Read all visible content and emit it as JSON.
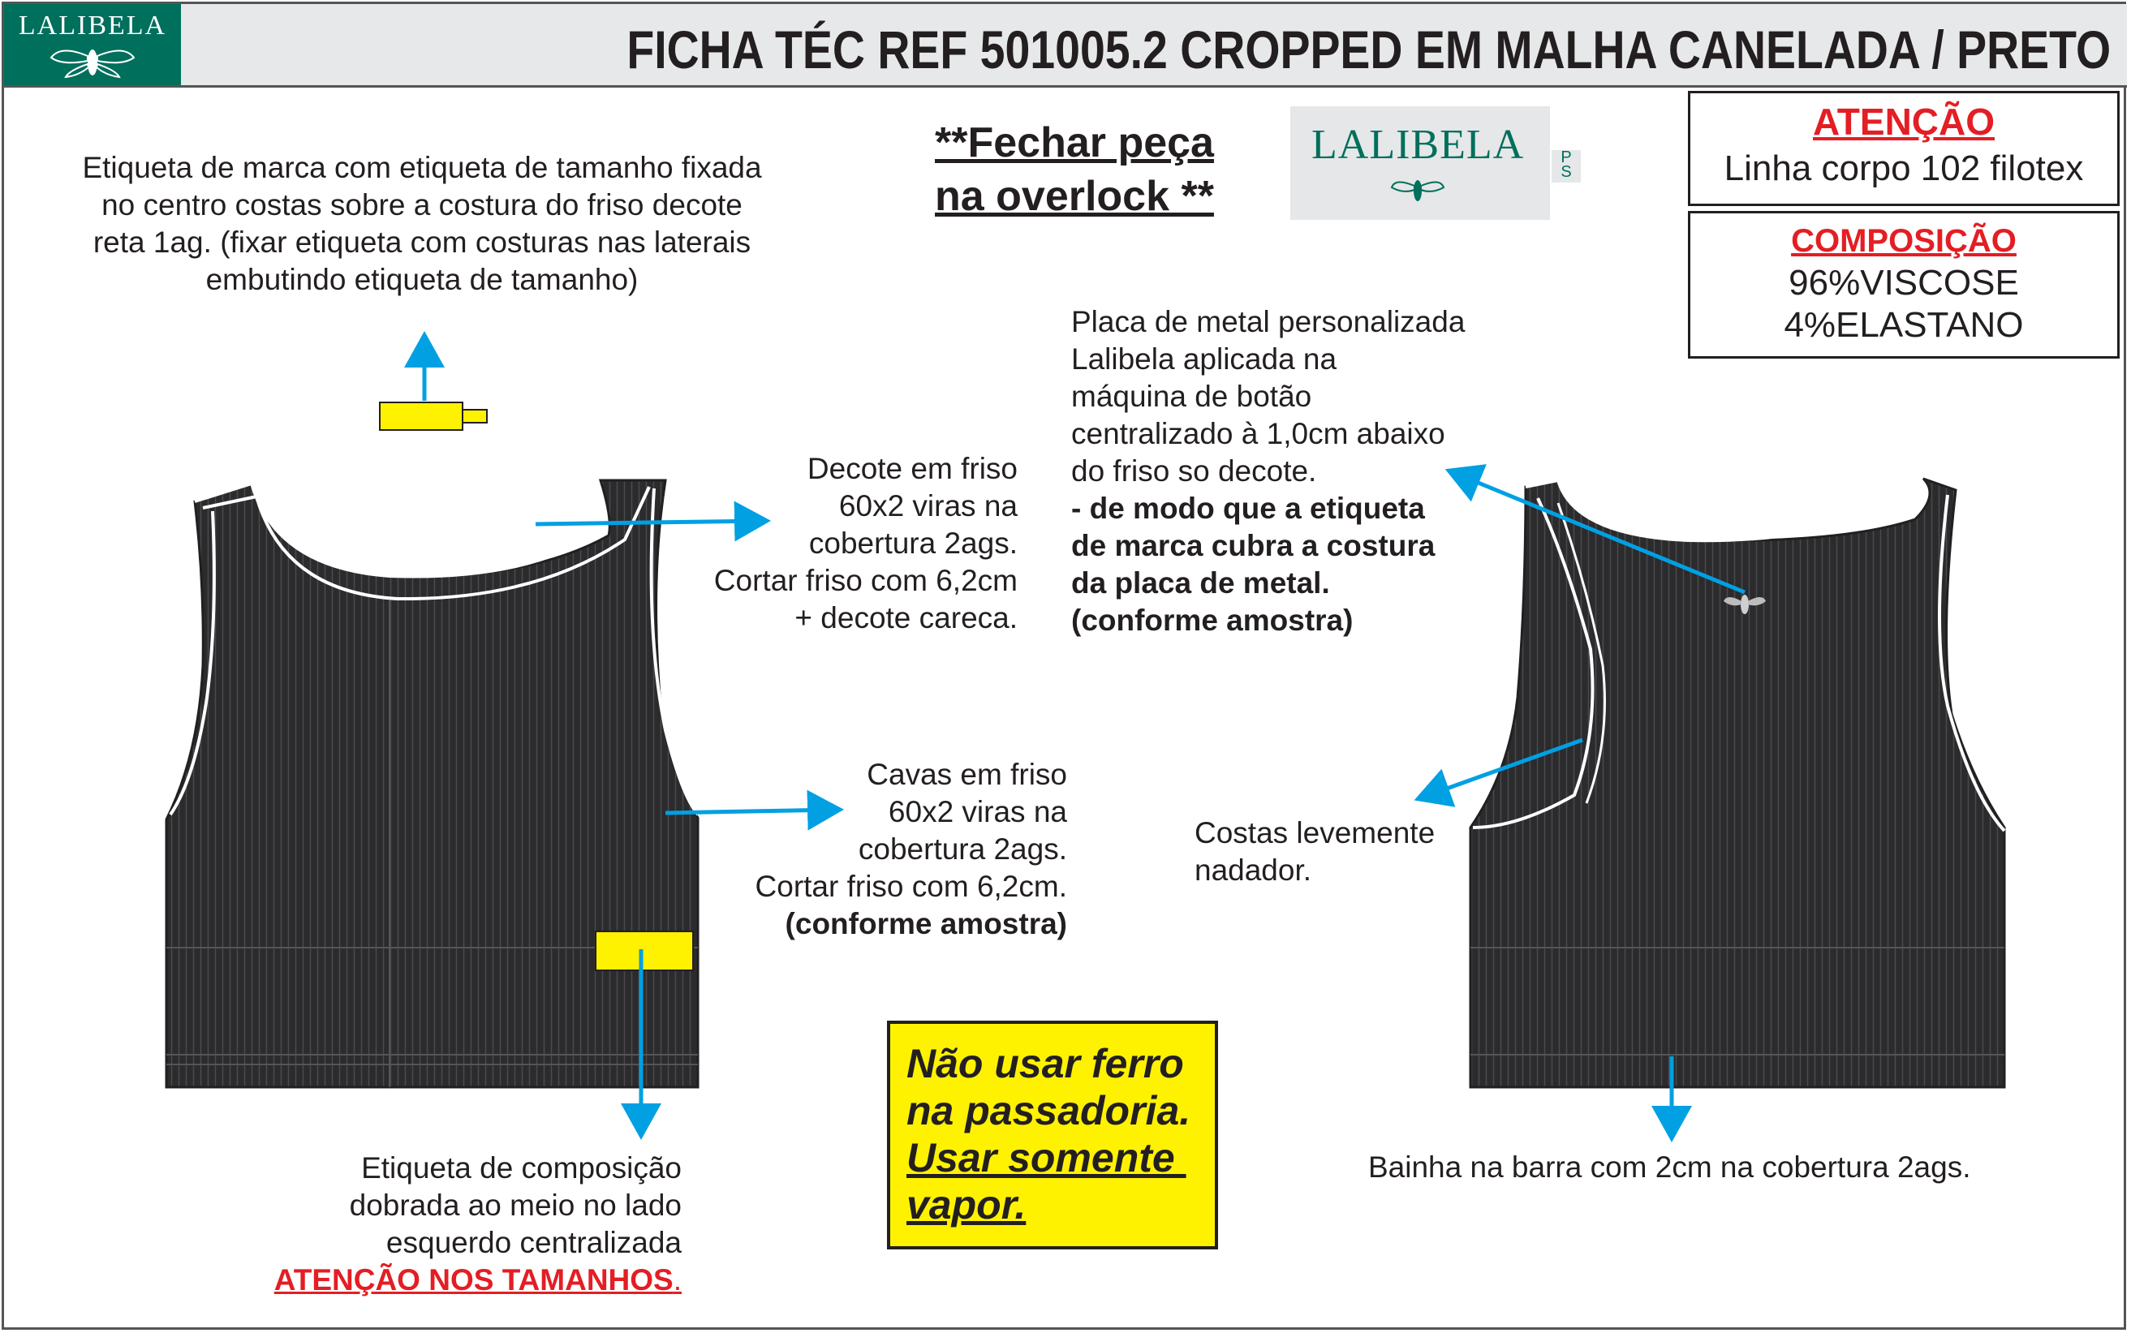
{
  "header": {
    "logo_text": "LALIBELA",
    "title": "FICHA TÉC REF 501005.2 CROPPED EM MALHA CANELADA / PRETO"
  },
  "notes": {
    "brand_label": "Etiqueta de marca com etiqueta de tamanho fixada\nno centro costas sobre a costura do friso decote\nreta 1ag. (fixar etiqueta com costuras nas laterais\nembutindo etiqueta de tamanho)",
    "fechar": "**Fechar peça\nna overlock **",
    "decote": "Decote em friso\n60x2 viras na\ncobertura 2ags.\nCortar friso com 6,2cm\n+ decote careca.",
    "placa_plain": "Placa de metal personalizada\nLalibela aplicada na\nmáquina de botão\ncentralizado à 1,0cm abaixo\ndo friso so decote.",
    "placa_bold": "- de modo que a etiqueta\nde marca cubra a costura\nda placa de metal.\n(conforme amostra)",
    "cavas_plain": "Cavas em friso\n60x2 viras na\ncobertura 2ags.\nCortar friso com 6,2cm.",
    "cavas_bold": "(conforme amostra)",
    "costas": "Costas levemente\nnadador.",
    "composicao_plain": "Etiqueta de composição\ndobrada ao meio no lado\nesquerdo centralizada",
    "composicao_red": "ATENÇÃO NOS TAMANHOS",
    "composicao_dot": ".",
    "bainha": "Bainha na barra com 2cm na cobertura 2ags."
  },
  "logo_panel": {
    "brand": "LALIBELA",
    "size_letters": "P\nS"
  },
  "attention": {
    "title": "ATENÇÃO",
    "text": "Linha corpo 102 filotex"
  },
  "composition": {
    "title": "COMPOSIÇÃO",
    "line1": "96%VISCOSE",
    "line2": "4%ELASTANO"
  },
  "warning": {
    "line1": "Não usar ferro",
    "line2": "na passadoria.",
    "line3": "Usar somente ",
    "line4": "vapor."
  },
  "colors": {
    "garment": "#2b2a2c",
    "arrow": "#00a0e3",
    "label": "#fff200",
    "brand_green": "#006f5c",
    "alert_red": "#e31e24"
  }
}
